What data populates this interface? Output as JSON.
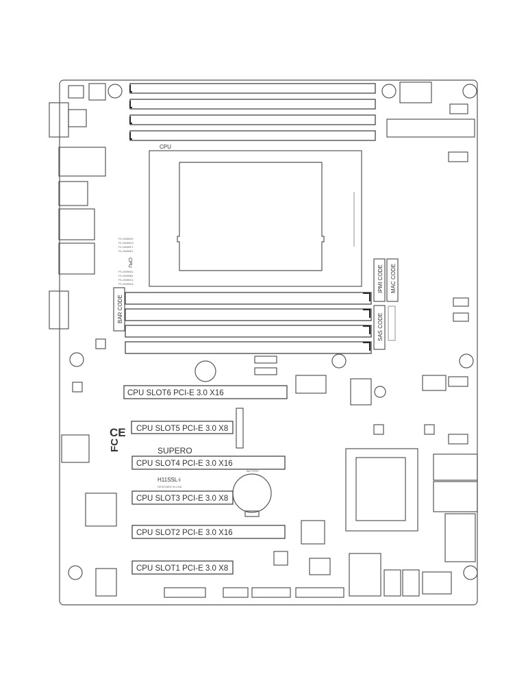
{
  "board": {
    "model": "H11SSL-i",
    "brand": "SUPERO",
    "designed": "DESIGNED IN USA",
    "cpu_label": "CPU",
    "cpu_side_label": "CPU",
    "battery_label": "BATTERY"
  },
  "dimms_upper": [
    "P1-DIMMH1",
    "P1-DIMMG1",
    "P1-DIMMF1",
    "P1-DIMME1"
  ],
  "dimms_lower": [
    "P1-DIMMA1",
    "P1-DIMMB1",
    "P1-DIMMC1",
    "P1-DIMMD1"
  ],
  "codes": {
    "bar": "BAR CODE",
    "ipmi": "IPMI CODE",
    "mac": "MAC CODE",
    "sas": "SAS CODE"
  },
  "slots": [
    {
      "label": "CPU SLOT6 PCI-E 3.0 X16"
    },
    {
      "label": "CPU SLOT5 PCI-E 3.0 X8"
    },
    {
      "label": "CPU SLOT4 PCI-E 3.0 X16"
    },
    {
      "label": "CPU SLOT3 PCI-E 3.0 X8"
    },
    {
      "label": "CPU SLOT2 PCI-E 3.0 X16"
    },
    {
      "label": "CPU SLOT1 PCI-E 3.0 X8"
    }
  ]
}
